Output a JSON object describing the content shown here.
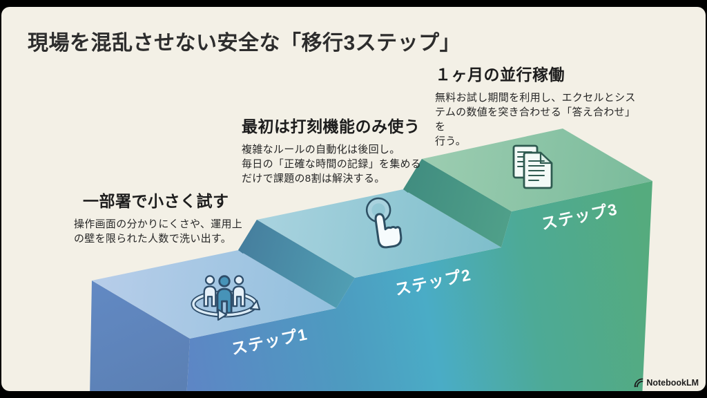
{
  "slide": {
    "title": "現場を混乱させない安全な「移行3ステップ」",
    "steps": [
      {
        "heading": "一部署で小さく試す",
        "body": "操作画面の分かりにくさや、運用上\nの壁を限られた人数で洗い出す。",
        "label": "ステップ1",
        "icon": "people-rotation-icon"
      },
      {
        "heading": "最初は打刻機能のみ使う",
        "body": "複雑なルールの自動化は後回し。\n毎日の「正確な時間の記録」を集める\nだけで課題の8割は解決する。",
        "label": "ステップ2",
        "icon": "tap-icon"
      },
      {
        "heading": "１ヶ月の並行稼働",
        "body": "無料お試し期間を利用し、エクセルとシス\nテムの数値を突き合わせる「答え合わせ」を\n行う。",
        "label": "ステップ3",
        "icon": "documents-icon"
      }
    ],
    "watermark": "NotebookLM",
    "colors": {
      "background": "#f3f0e6",
      "frame": "#000000",
      "title_text": "#2d2d2d",
      "body_text": "#262626",
      "label_text": "#ffffff",
      "step1_front": "#5d86c5",
      "step2_front": "#4aacc6",
      "step3_front": "#62b286",
      "step1_top": "#b6cde9",
      "step2_top": "#a7d2de",
      "step3_top": "#9bccb0",
      "icon_outline": "#2e4d6a"
    }
  }
}
